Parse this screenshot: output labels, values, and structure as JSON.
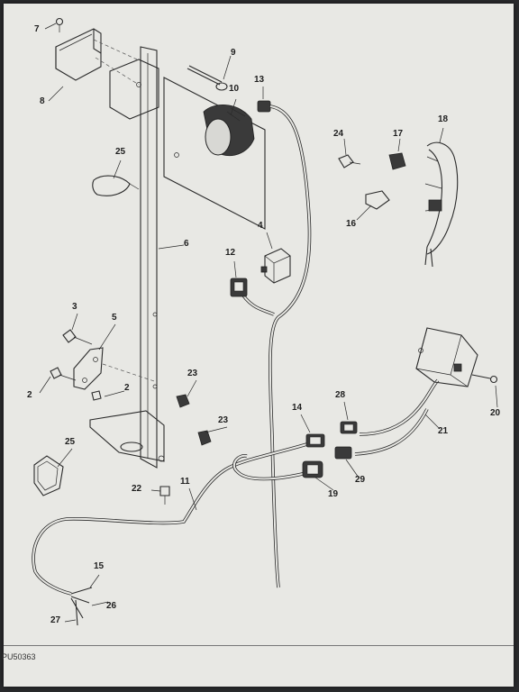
{
  "figure_code": "PU50363",
  "callouts": [
    "7",
    "8",
    "9",
    "10",
    "13",
    "24",
    "17",
    "18",
    "25",
    "6",
    "4",
    "16",
    "12",
    "3",
    "5",
    "2",
    "23",
    "2",
    "28",
    "14",
    "21",
    "20",
    "25",
    "23",
    "22",
    "11",
    "19",
    "29",
    "15",
    "26",
    "27"
  ]
}
